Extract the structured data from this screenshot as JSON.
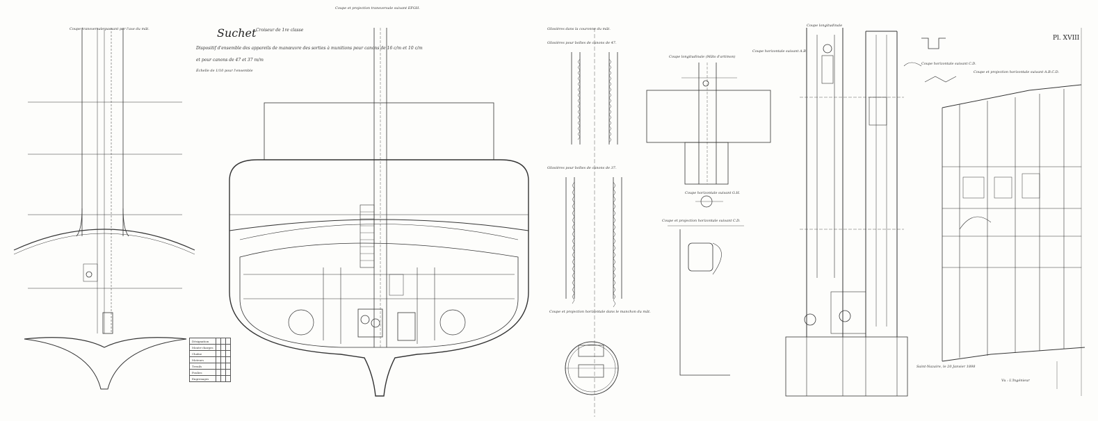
{
  "title": {
    "ship": "Suchet",
    "class": "Croiseur de 1re classe",
    "line1": "Dispositif d'ensemble des appareils de manœuvre des sorties à munitions pour canons de 16 c/m et 10 c/m",
    "line2": "et pour canons de 47 et 37 m/m",
    "scale": "Échelle de 1/10 pour l'ensemble"
  },
  "plate_number": "Pl. XVIII",
  "section_labels": [
    "Coupe transversale passant par l'axe du mât.",
    "Coupe et projection transversale suivant EFGH.",
    "Glissières dans la couronne du mât.",
    "Glissières pour boîtes de canons de 47.",
    "Glissières pour boîtes de canons de 37.",
    "Coupe longitudinale (Mâts d'artimon)",
    "Coupe horizontale suivant G.H.",
    "Coupe horizontale suivant A.B.",
    "Coupe et projection horizontale suivant C.D.",
    "Coupe longitudinale",
    "Coupe et projection horizontale suivant A.B.C.D.",
    "Coupe et projection horizontale dans le manchon du mât.",
    "Coupe horizontale suivant C.D."
  ],
  "legend_table": {
    "header": "Désignation",
    "rows": [
      [
        "Monte-charges",
        "",
        "",
        ""
      ],
      [
        "Chaîne",
        "",
        "",
        ""
      ],
      [
        "Moteurs",
        "",
        "",
        ""
      ],
      [
        "Treuils",
        "",
        "",
        ""
      ],
      [
        "Poulies",
        "",
        "",
        ""
      ],
      [
        "Engrenages",
        "",
        "",
        ""
      ]
    ]
  },
  "signatures": {
    "left": "Saint-Nazaire, le 20 Janvier 1898",
    "right": "Vu : L'Ingénieur"
  },
  "colors": {
    "ink": "#333333",
    "paper": "#fdfdfb"
  }
}
